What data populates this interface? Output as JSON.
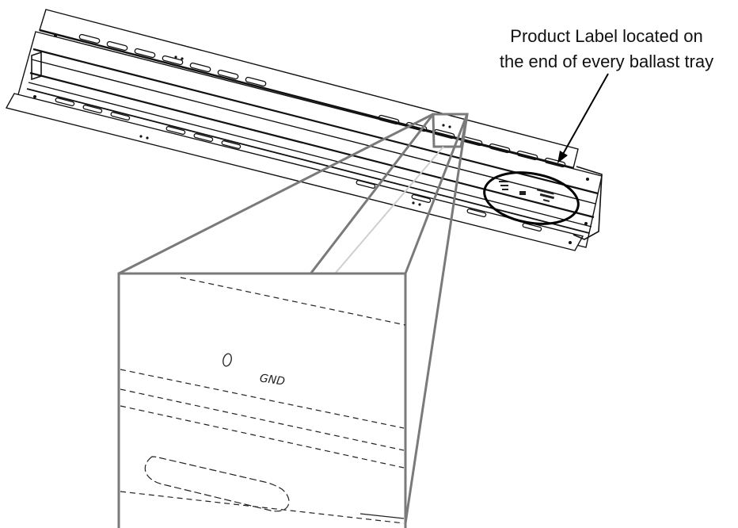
{
  "callout": {
    "line1": "Product Label located on",
    "line2": "the end of every ballast tray"
  },
  "detail": {
    "gnd_label": "GND"
  },
  "colors": {
    "line": "#111111",
    "magnifier": "#7a7a7a",
    "background": "#ffffff"
  }
}
